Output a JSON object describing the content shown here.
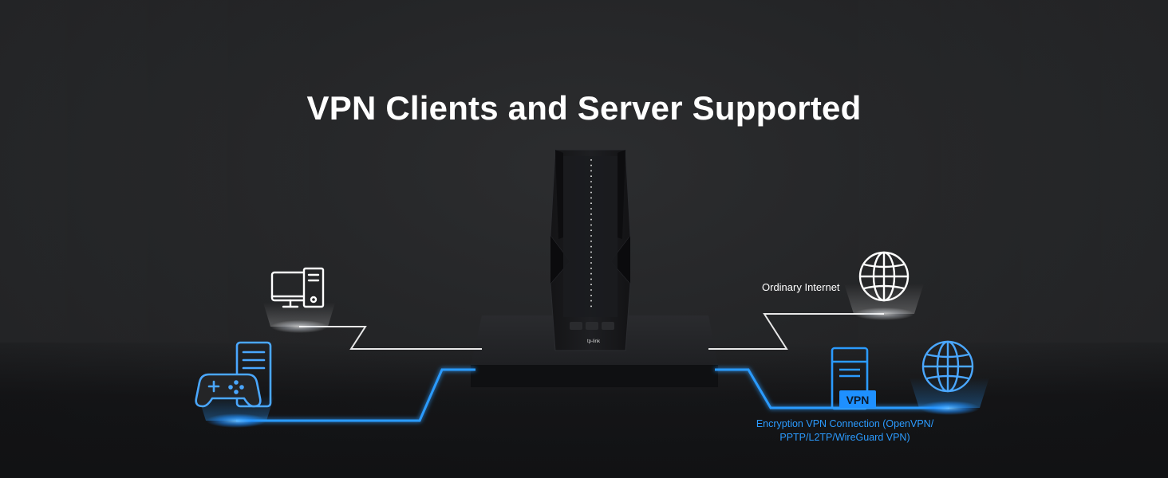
{
  "title": "VPN Clients and Server Supported",
  "labels": {
    "ordinary_internet": "Ordinary Internet",
    "encryption_line1": "Encryption VPN Connection (OpenVPN/",
    "encryption_line2": "PPTP/L2TP/WireGuard VPN)",
    "vpn_badge": "VPN",
    "router_brand": "tp-link"
  },
  "colors": {
    "accent_blue": "#2b9bff",
    "line_white": "#e8e8e8",
    "background": "#242527"
  },
  "icons": [
    "desktop-computer-icon",
    "game-controller-icon",
    "globe-icon",
    "vpn-server-icon",
    "globe-icon"
  ]
}
